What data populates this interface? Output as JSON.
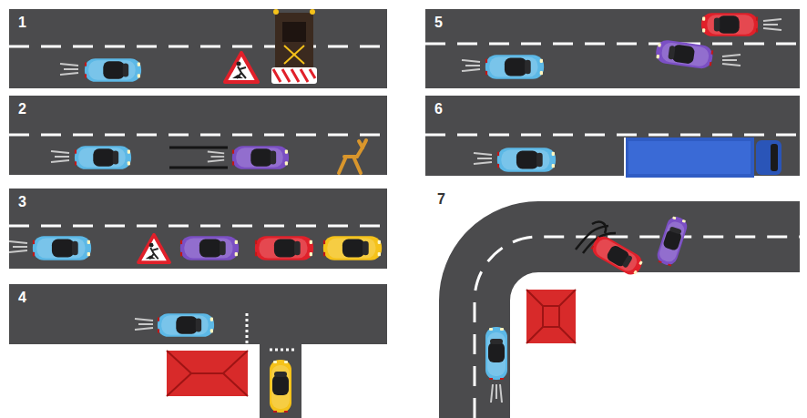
{
  "diagram": {
    "nodes": [
      {
        "text": [
          "1"
        ]
      },
      {
        "text": [
          "2"
        ]
      },
      {
        "text": [
          "3"
        ]
      },
      {
        "text": [
          "4"
        ]
      },
      {
        "text": [
          "5"
        ]
      },
      {
        "text": [
          "6"
        ]
      }
    ],
    "labels": [
      "7"
    ]
  }
}
